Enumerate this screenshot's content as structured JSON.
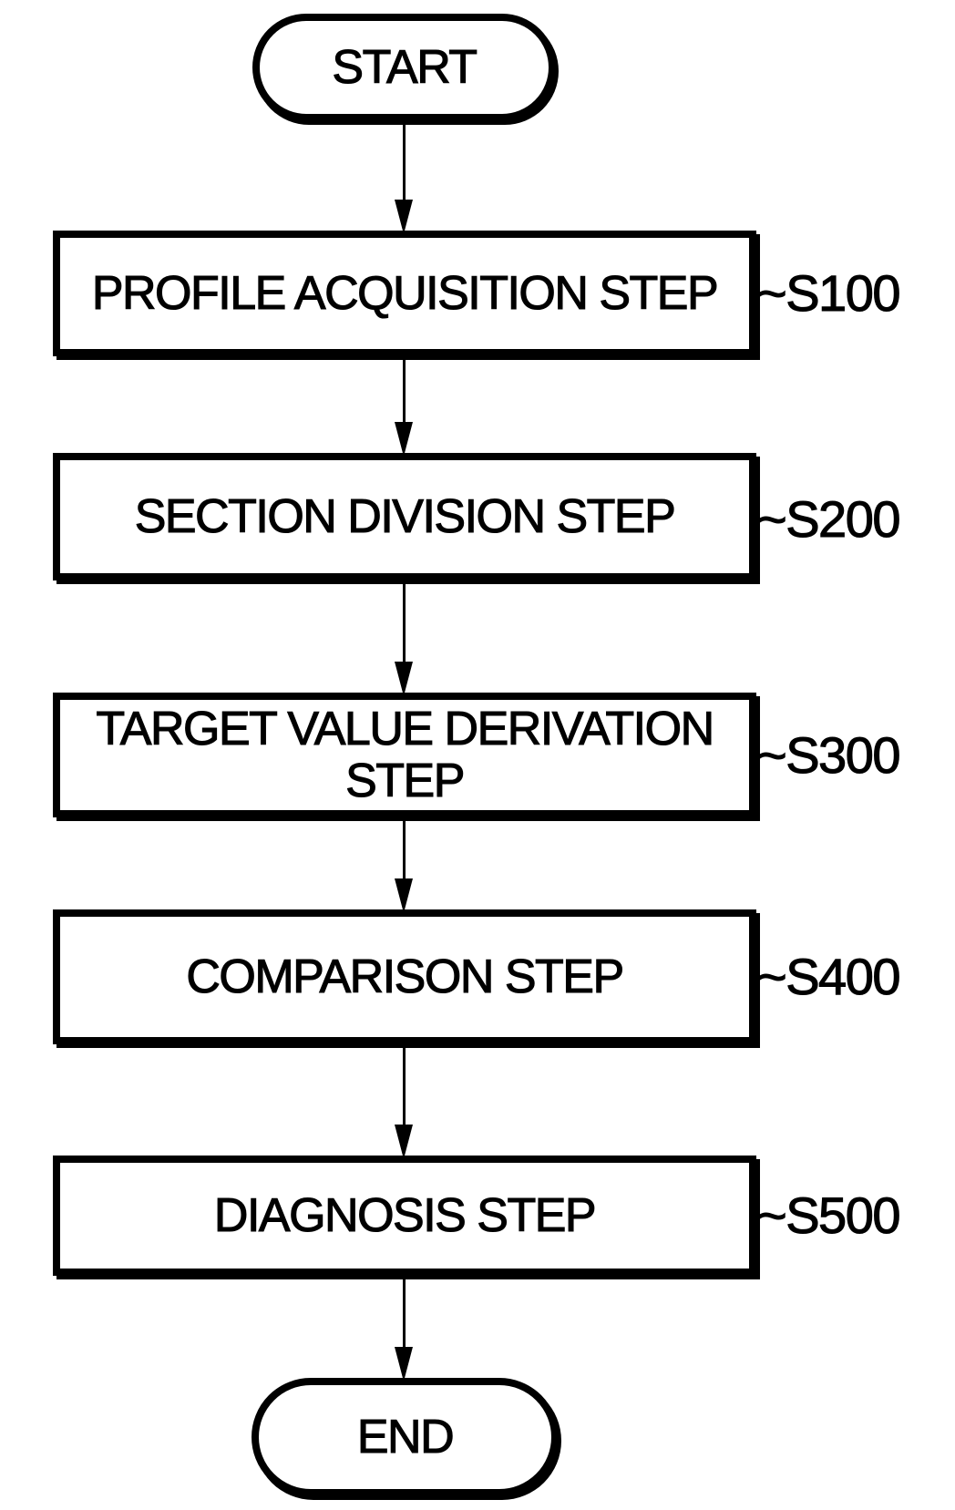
{
  "flowchart": {
    "type": "flowchart",
    "direction": "top-to-bottom",
    "start": "START",
    "end": "END",
    "steps": [
      {
        "label": "PROFILE ACQUISITION STEP",
        "ref": "~S100"
      },
      {
        "label": "SECTION DIVISION STEP",
        "ref": "~S200"
      },
      {
        "label": "TARGET VALUE DERIVATION STEP",
        "ref": "~S300"
      },
      {
        "label": "COMPARISON STEP",
        "ref": "~S400"
      },
      {
        "label": "DIAGNOSIS STEP",
        "ref": "~S500"
      }
    ],
    "edges": [
      [
        "START",
        "S100"
      ],
      [
        "S100",
        "S200"
      ],
      [
        "S200",
        "S300"
      ],
      [
        "S300",
        "S400"
      ],
      [
        "S400",
        "S500"
      ],
      [
        "S500",
        "END"
      ]
    ],
    "colors": {
      "ink": "#000000",
      "paper": "#ffffff"
    }
  }
}
